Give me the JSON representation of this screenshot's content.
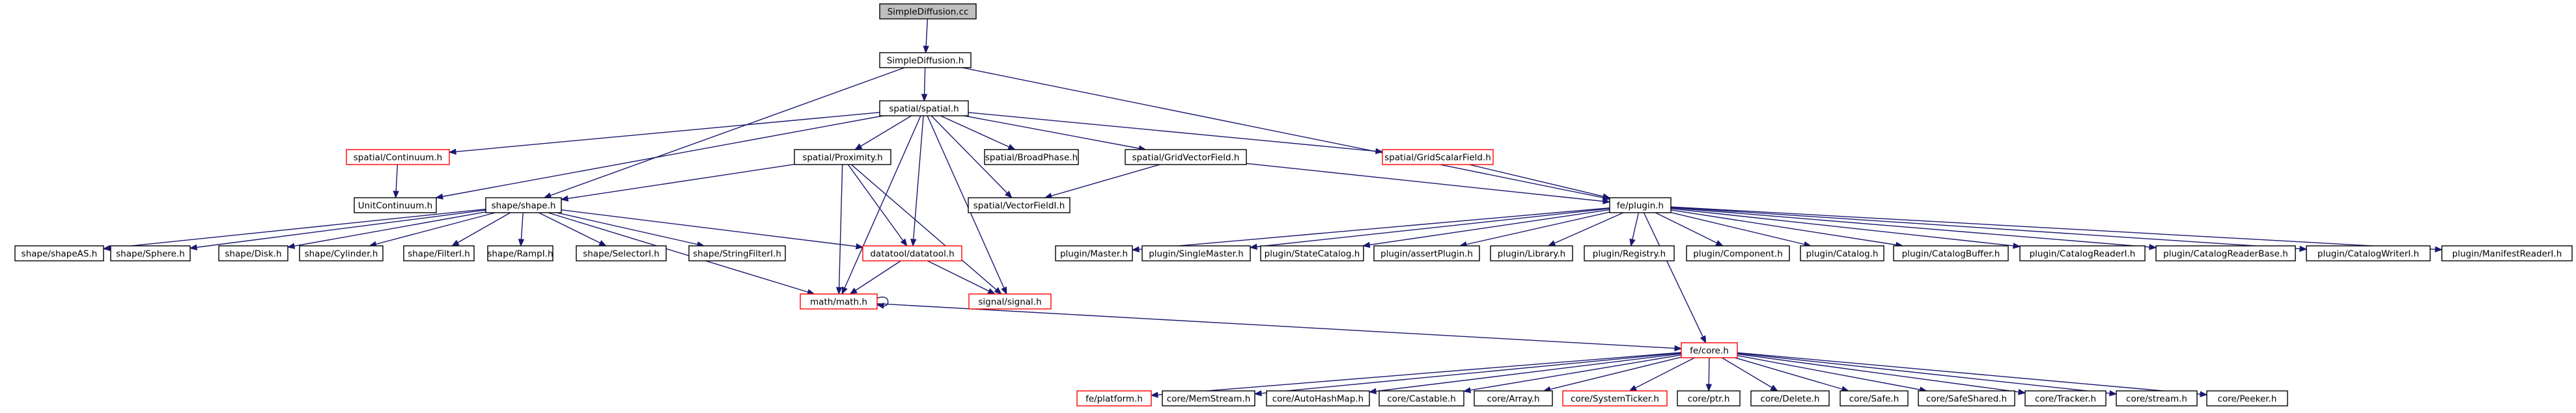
{
  "graph": {
    "nodes": [
      {
        "id": "root",
        "label": "SimpleDiffusion.cc",
        "style": "root"
      },
      {
        "id": "sdh",
        "label": "SimpleDiffusion.h",
        "style": "normal"
      },
      {
        "id": "spatial",
        "label": "spatial/spatial.h",
        "style": "normal"
      },
      {
        "id": "continuum",
        "label": "spatial/Continuum.h",
        "style": "red"
      },
      {
        "id": "unitcont",
        "label": "UnitContinuum.h",
        "style": "normal"
      },
      {
        "id": "proximity",
        "label": "spatial/Proximity.h",
        "style": "normal"
      },
      {
        "id": "broad",
        "label": "spatial/BroadPhase.h",
        "style": "normal"
      },
      {
        "id": "gridvec",
        "label": "spatial/GridVectorField.h",
        "style": "normal"
      },
      {
        "id": "gridscalar",
        "label": "spatial/GridScalarField.h",
        "style": "red"
      },
      {
        "id": "vecfield",
        "label": "spatial/VectorFieldI.h",
        "style": "normal"
      },
      {
        "id": "shape",
        "label": "shape/shape.h",
        "style": "normal"
      },
      {
        "id": "plugin",
        "label": "fe/plugin.h",
        "style": "normal"
      },
      {
        "id": "shapeAS",
        "label": "shape/shapeAS.h",
        "style": "normal"
      },
      {
        "id": "sphere",
        "label": "shape/Sphere.h",
        "style": "normal"
      },
      {
        "id": "disk",
        "label": "shape/Disk.h",
        "style": "normal"
      },
      {
        "id": "cylinder",
        "label": "shape/Cylinder.h",
        "style": "normal"
      },
      {
        "id": "filterI",
        "label": "shape/FilterI.h",
        "style": "normal"
      },
      {
        "id": "rampI",
        "label": "shape/RampI.h",
        "style": "normal"
      },
      {
        "id": "selectorI",
        "label": "shape/SelectorI.h",
        "style": "normal"
      },
      {
        "id": "stringfilter",
        "label": "shape/StringFilterI.h",
        "style": "normal"
      },
      {
        "id": "datatool",
        "label": "datatool/datatool.h",
        "style": "red"
      },
      {
        "id": "math",
        "label": "math/math.h",
        "style": "red"
      },
      {
        "id": "signal",
        "label": "signal/signal.h",
        "style": "red"
      },
      {
        "id": "master",
        "label": "plugin/Master.h",
        "style": "normal"
      },
      {
        "id": "singlemaster",
        "label": "plugin/SingleMaster.h",
        "style": "normal"
      },
      {
        "id": "statecatalog",
        "label": "plugin/StateCatalog.h",
        "style": "normal"
      },
      {
        "id": "assertplugin",
        "label": "plugin/assertPlugin.h",
        "style": "normal"
      },
      {
        "id": "library",
        "label": "plugin/Library.h",
        "style": "normal"
      },
      {
        "id": "registry",
        "label": "plugin/Registry.h",
        "style": "normal"
      },
      {
        "id": "component",
        "label": "plugin/Component.h",
        "style": "normal"
      },
      {
        "id": "catalog",
        "label": "plugin/Catalog.h",
        "style": "normal"
      },
      {
        "id": "catalogbuffer",
        "label": "plugin/CatalogBuffer.h",
        "style": "normal"
      },
      {
        "id": "catalogreaderI",
        "label": "plugin/CatalogReaderI.h",
        "style": "normal"
      },
      {
        "id": "catalogreaderbase",
        "label": "plugin/CatalogReaderBase.h",
        "style": "normal"
      },
      {
        "id": "catalogwriterI",
        "label": "plugin/CatalogWriterI.h",
        "style": "normal"
      },
      {
        "id": "manifestreaderI",
        "label": "plugin/ManifestReaderI.h",
        "style": "normal"
      },
      {
        "id": "core",
        "label": "fe/core.h",
        "style": "red"
      },
      {
        "id": "platform",
        "label": "fe/platform.h",
        "style": "red"
      },
      {
        "id": "memstream",
        "label": "core/MemStream.h",
        "style": "normal"
      },
      {
        "id": "autohashmap",
        "label": "core/AutoHashMap.h",
        "style": "normal"
      },
      {
        "id": "castable",
        "label": "core/Castable.h",
        "style": "normal"
      },
      {
        "id": "array",
        "label": "core/Array.h",
        "style": "normal"
      },
      {
        "id": "systemticker",
        "label": "core/SystemTicker.h",
        "style": "red"
      },
      {
        "id": "ptr",
        "label": "core/ptr.h",
        "style": "normal"
      },
      {
        "id": "delete",
        "label": "core/Delete.h",
        "style": "normal"
      },
      {
        "id": "safe",
        "label": "core/Safe.h",
        "style": "normal"
      },
      {
        "id": "safeshared",
        "label": "core/SafeShared.h",
        "style": "normal"
      },
      {
        "id": "tracker",
        "label": "core/Tracker.h",
        "style": "normal"
      },
      {
        "id": "stream",
        "label": "core/stream.h",
        "style": "normal"
      },
      {
        "id": "peeker",
        "label": "core/Peeker.h",
        "style": "normal"
      }
    ],
    "edges": [
      [
        "root",
        "sdh"
      ],
      [
        "sdh",
        "spatial"
      ],
      [
        "sdh",
        "shape"
      ],
      [
        "sdh",
        "plugin"
      ],
      [
        "spatial",
        "continuum"
      ],
      [
        "spatial",
        "unitcont"
      ],
      [
        "spatial",
        "proximity"
      ],
      [
        "spatial",
        "broad"
      ],
      [
        "spatial",
        "gridvec"
      ],
      [
        "spatial",
        "gridscalar"
      ],
      [
        "spatial",
        "vecfield"
      ],
      [
        "spatial",
        "math"
      ],
      [
        "spatial",
        "datatool"
      ],
      [
        "spatial",
        "signal"
      ],
      [
        "continuum",
        "unitcont"
      ],
      [
        "proximity",
        "shape"
      ],
      [
        "proximity",
        "datatool"
      ],
      [
        "proximity",
        "math"
      ],
      [
        "proximity",
        "signal"
      ],
      [
        "gridvec",
        "vecfield"
      ],
      [
        "gridvec",
        "plugin"
      ],
      [
        "gridscalar",
        "plugin"
      ],
      [
        "shape",
        "shapeAS"
      ],
      [
        "shape",
        "sphere"
      ],
      [
        "shape",
        "disk"
      ],
      [
        "shape",
        "cylinder"
      ],
      [
        "shape",
        "filterI"
      ],
      [
        "shape",
        "rampI"
      ],
      [
        "shape",
        "selectorI"
      ],
      [
        "shape",
        "stringfilter"
      ],
      [
        "shape",
        "datatool"
      ],
      [
        "shape",
        "math"
      ],
      [
        "datatool",
        "math"
      ],
      [
        "datatool",
        "signal"
      ],
      [
        "math",
        "math"
      ],
      [
        "math",
        "core"
      ],
      [
        "plugin",
        "master"
      ],
      [
        "plugin",
        "singlemaster"
      ],
      [
        "plugin",
        "statecatalog"
      ],
      [
        "plugin",
        "assertplugin"
      ],
      [
        "plugin",
        "library"
      ],
      [
        "plugin",
        "registry"
      ],
      [
        "plugin",
        "component"
      ],
      [
        "plugin",
        "catalog"
      ],
      [
        "plugin",
        "catalogbuffer"
      ],
      [
        "plugin",
        "catalogreaderI"
      ],
      [
        "plugin",
        "catalogreaderbase"
      ],
      [
        "plugin",
        "catalogwriterI"
      ],
      [
        "plugin",
        "manifestreaderI"
      ],
      [
        "plugin",
        "core"
      ],
      [
        "core",
        "platform"
      ],
      [
        "core",
        "memstream"
      ],
      [
        "core",
        "autohashmap"
      ],
      [
        "core",
        "castable"
      ],
      [
        "core",
        "array"
      ],
      [
        "core",
        "systemticker"
      ],
      [
        "core",
        "ptr"
      ],
      [
        "core",
        "delete"
      ],
      [
        "core",
        "safe"
      ],
      [
        "core",
        "safeshared"
      ],
      [
        "core",
        "tracker"
      ],
      [
        "core",
        "stream"
      ],
      [
        "core",
        "peeker"
      ]
    ]
  }
}
